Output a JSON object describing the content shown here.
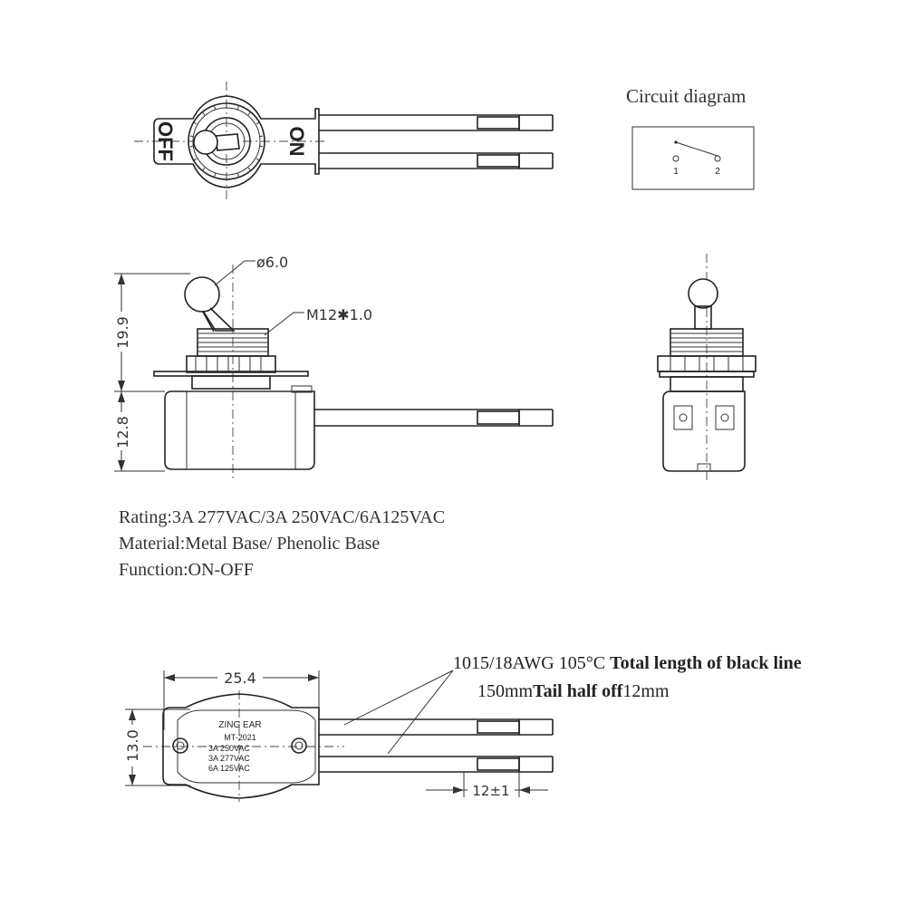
{
  "circuit": {
    "title": "Circuit diagram",
    "terminal_1": "1",
    "terminal_2": "2"
  },
  "top_view": {
    "label_off": "OFF",
    "label_on": "ON"
  },
  "side_view": {
    "ball_diameter": "ø6.0",
    "thread": "M12✱1.0",
    "height_upper": "19.9",
    "height_lower": "12.8"
  },
  "specs": {
    "rating": "Rating:3A 277VAC/3A 250VAC/6A125VAC",
    "material": "Material:Metal Base/ Phenolic Base",
    "function": "Function:ON-OFF"
  },
  "bottom_view": {
    "width": "25.4",
    "height": "13.0",
    "tail": "12±1",
    "label_lines": [
      "ZING EAR",
      "MT-2021",
      "3A 250VAC",
      "3A 277VAC",
      "6A 125VAC"
    ]
  },
  "wire_note": {
    "line1_a": "1015/18AWG 105°C ",
    "line1_b": "Total length of black line",
    "line2_a": "150mm",
    "line2_b": "Tail half off",
    "line2_c": "12mm"
  }
}
